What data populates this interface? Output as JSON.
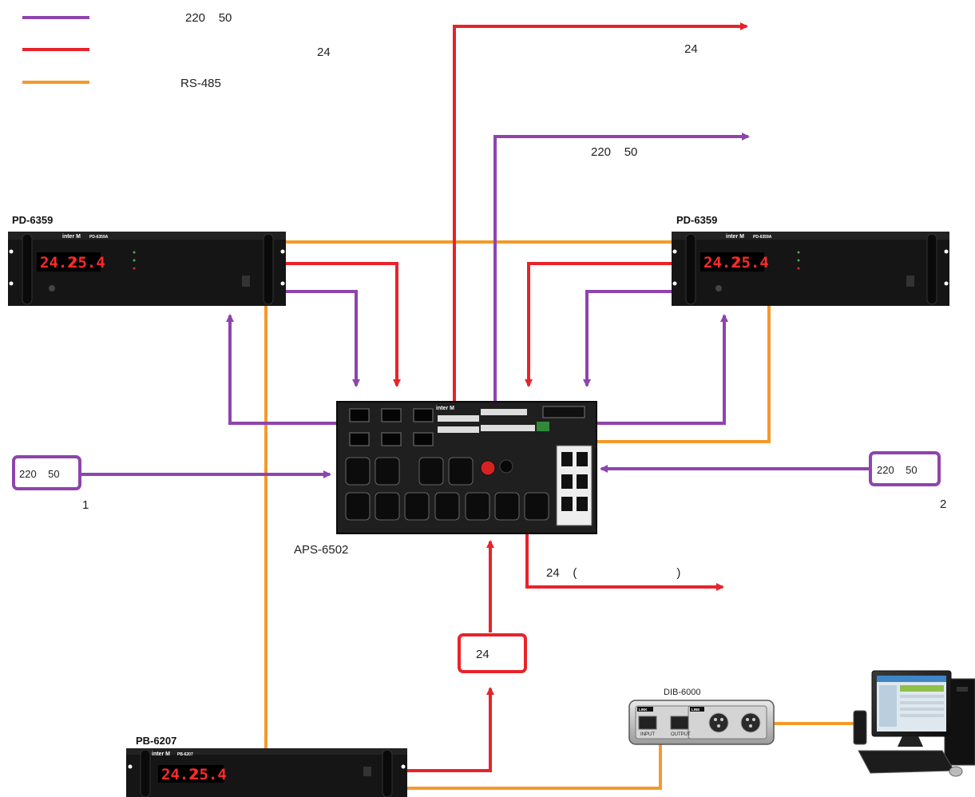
{
  "colors": {
    "ac_line": "#8e44ad",
    "dc_line": "#e8232a",
    "rs485_line": "#f39a2b",
    "rack": "#151515",
    "display_text": "#ff2a2a"
  },
  "legend": [
    {
      "label": "220    50",
      "color": "#8e44ad"
    },
    {
      "label": "24",
      "color": "#e8232a"
    },
    {
      "label": "RS-485",
      "color": "#f39a2b"
    }
  ],
  "labels": {
    "out_dc_top": "24",
    "out_ac_top": "220    50",
    "input_left_box": "220    50",
    "input_left_num": "1",
    "input_right_box": "220    50",
    "input_right_num": "2",
    "out_dc_bottom": "24    (                              )",
    "battery_box": "24"
  },
  "devices": {
    "pd_left": {
      "model": "PD-6359",
      "brand": "inter M",
      "sub": "PD-6359A",
      "display_a": "24.2",
      "display_b": "25.4"
    },
    "pd_right": {
      "model": "PD-6359",
      "brand": "inter M",
      "sub": "PD-6359A",
      "display_a": "24.2",
      "display_b": "25.4"
    },
    "pb": {
      "model": "PB-6207",
      "brand": "inter M",
      "sub": "PB-6207",
      "display_a": "24.2",
      "display_b": "25.4"
    },
    "aps": {
      "model": "APS-6502",
      "brand": "inter M"
    },
    "dib": {
      "model": "DIB-6000",
      "link": "LINK",
      "line": "LINE",
      "input": "INPUT",
      "output": "OUTPUT"
    }
  }
}
